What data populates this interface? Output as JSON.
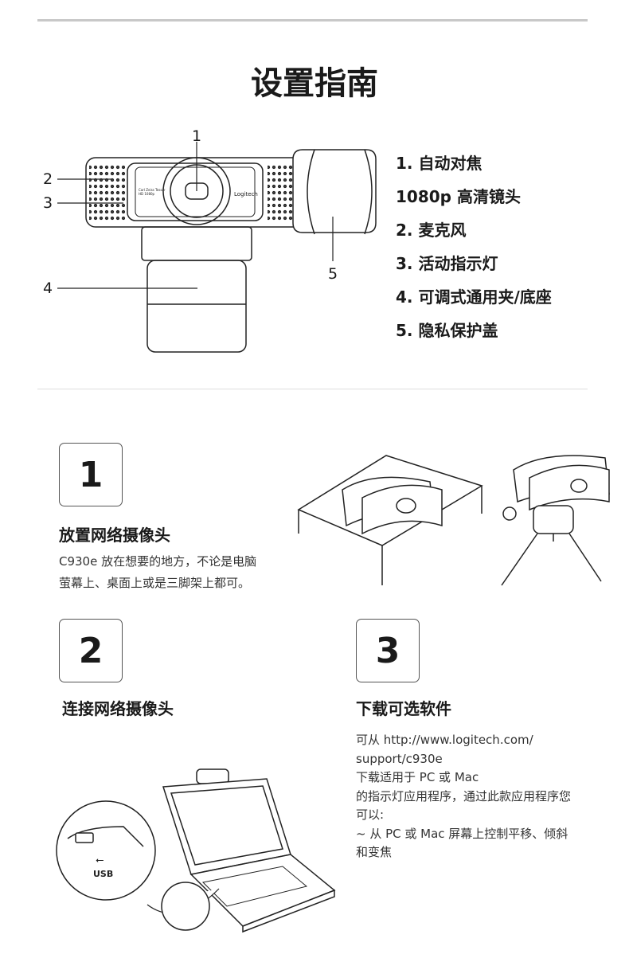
{
  "title": "设置指南",
  "diagram": {
    "callouts": [
      "1",
      "2",
      "3",
      "4",
      "5"
    ],
    "camera_text": "Carl Zeiss Tessar HD 1080p",
    "brand_logo": "Logitech"
  },
  "legend": [
    "1. 自动对焦",
    "1080p 高清镜头",
    "2. 麦克风",
    "3. 活动指示灯",
    "4. 可调式通用夹/底座",
    "5. 隐私保护盖"
  ],
  "steps": [
    {
      "number": "1",
      "heading": "放置网络摄像头",
      "lines": [
        "C930e 放在想要的地方，不论是电脑",
        "萤幕上、桌面上或是三脚架上都可。"
      ]
    },
    {
      "number": "2",
      "heading": "连接网络摄像头",
      "usb_label": "USB"
    },
    {
      "number": "3",
      "heading": "下载可选软件",
      "lines": [
        "可从 http://www.logitech.com/",
        "support/c930e",
        "下载适用于 PC 或 Mac",
        "的指示灯应用程序，通过此款应用程序您",
        "可以:",
        "~ 从 PC 或 Mac 屏幕上控制平移、倾斜",
        "和变焦"
      ]
    }
  ]
}
